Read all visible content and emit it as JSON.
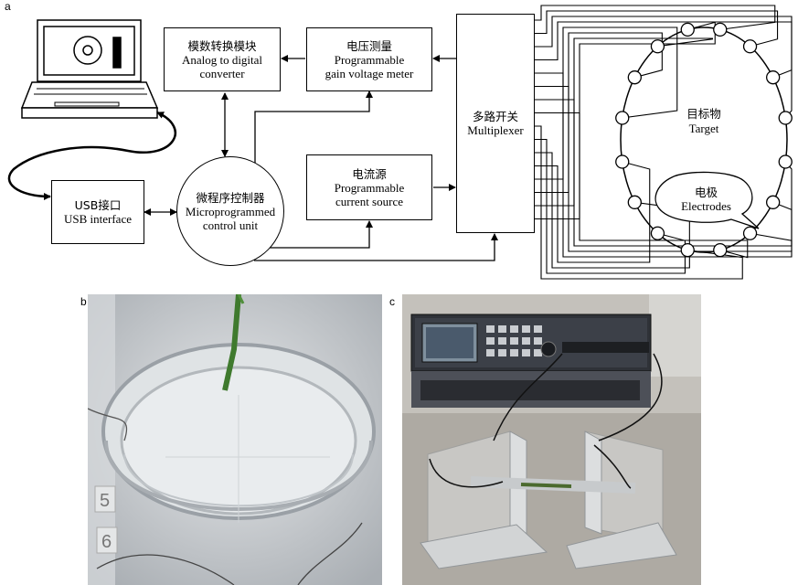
{
  "panels": {
    "a": "a",
    "b": "b",
    "c": "c"
  },
  "blocks": {
    "adc": {
      "cn": "模数转换模块",
      "en1": "Analog to digital",
      "en2": "converter"
    },
    "voltmeter": {
      "cn": "电压测量",
      "en1": "Programmable",
      "en2": "gain voltage meter"
    },
    "current": {
      "cn": "电流源",
      "en1": "Programmable",
      "en2": "current source"
    },
    "usb": {
      "cn": "USB接口",
      "en1": "USB interface"
    },
    "mcu": {
      "cn": "微程序控制器",
      "en1": "Microprogrammed",
      "en2": "control unit"
    },
    "mux": {
      "cn": "多路开关",
      "en1": "Multiplexer"
    },
    "target": {
      "cn": "目标物",
      "en1": "Target"
    },
    "electrodes": {
      "cn": "电极",
      "en1": "Electrodes"
    }
  },
  "photo_b": {
    "tank_labels": [
      "5",
      "6"
    ]
  },
  "colors": {
    "line": "#000000",
    "photo_bg_b": "#c9cdd0",
    "photo_bg_c": "#b9b6b1",
    "instrument": "#3a3d44"
  }
}
